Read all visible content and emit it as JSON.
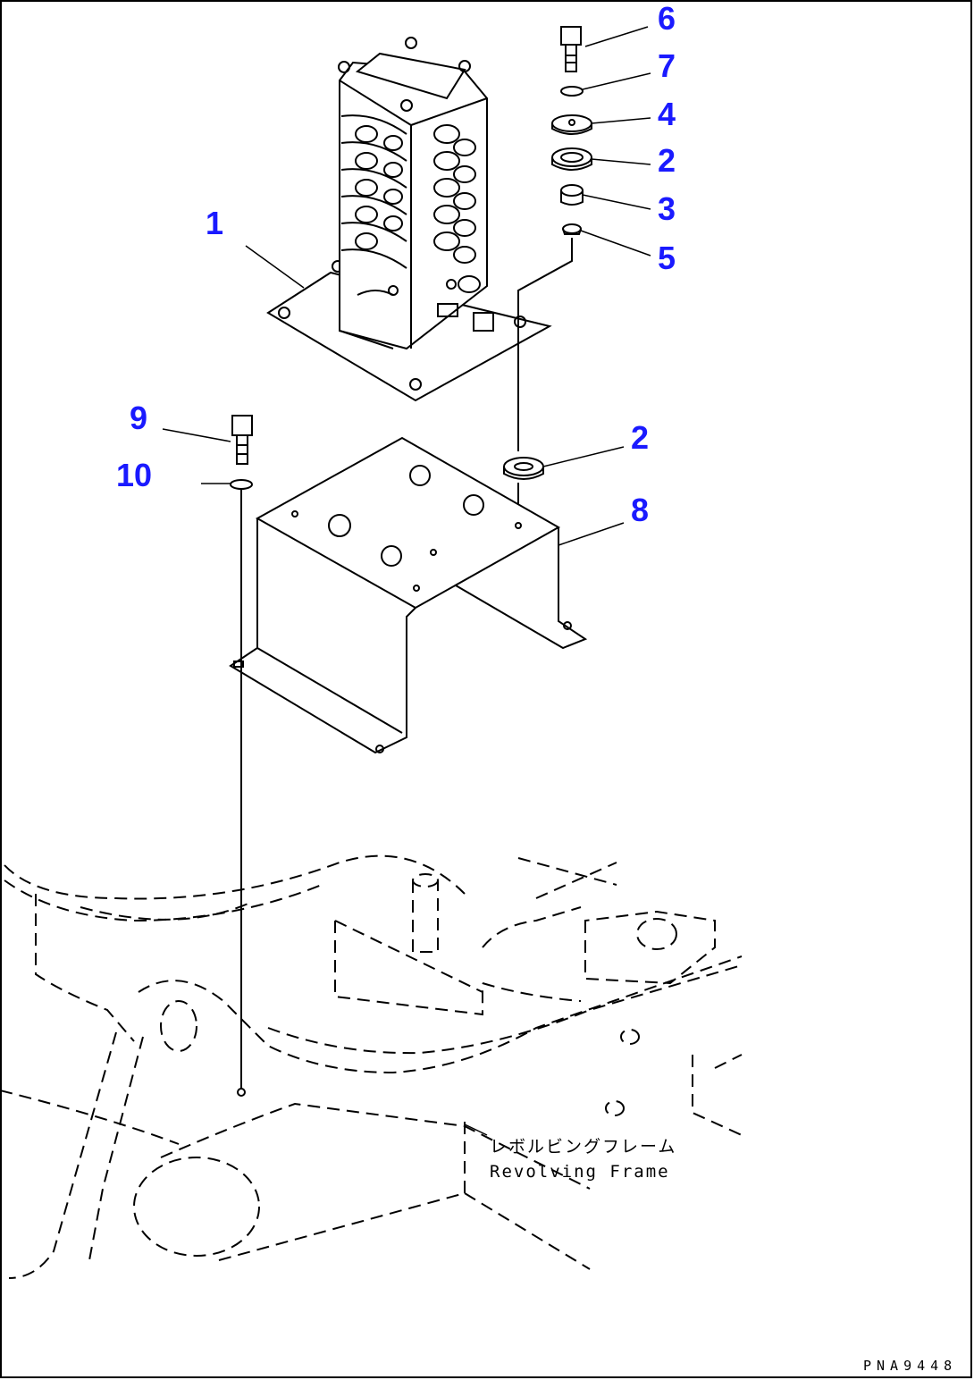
{
  "callouts": {
    "c1": "1",
    "c2_top": "2",
    "c2_bottom": "2",
    "c3": "3",
    "c4": "4",
    "c5": "5",
    "c6": "6",
    "c7": "7",
    "c8": "8",
    "c9": "9",
    "c10": "10"
  },
  "labels": {
    "frame_jp": "レボルビングフレーム",
    "frame_en": "Revolving Frame"
  },
  "drawing_code": "PNA9448",
  "colors": {
    "callout": "#1a1aff",
    "line": "#000000",
    "background": "#ffffff"
  }
}
